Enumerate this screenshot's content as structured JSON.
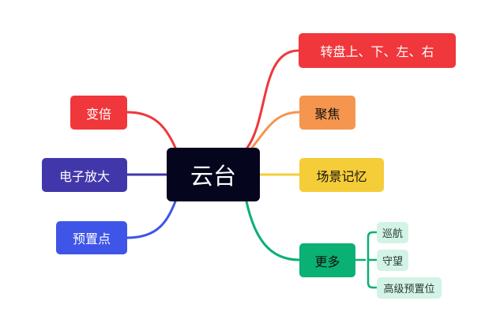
{
  "mindmap": {
    "root": {
      "label": "云台"
    },
    "right_branches": [
      {
        "label": "转盘上、下、左、右",
        "color": "#f0373c"
      },
      {
        "label": "聚焦",
        "color": "#f5954e"
      },
      {
        "label": "场景记忆",
        "color": "#f5cd38"
      },
      {
        "label": "更多",
        "color": "#0ab074",
        "children": [
          {
            "label": "巡航"
          },
          {
            "label": "守望"
          },
          {
            "label": "高级预置位"
          }
        ]
      }
    ],
    "left_branches": [
      {
        "label": "变倍",
        "color": "#f0373c"
      },
      {
        "label": "电子放大",
        "color": "#4237aa"
      },
      {
        "label": "预置点",
        "color": "#3e55e8"
      }
    ]
  }
}
